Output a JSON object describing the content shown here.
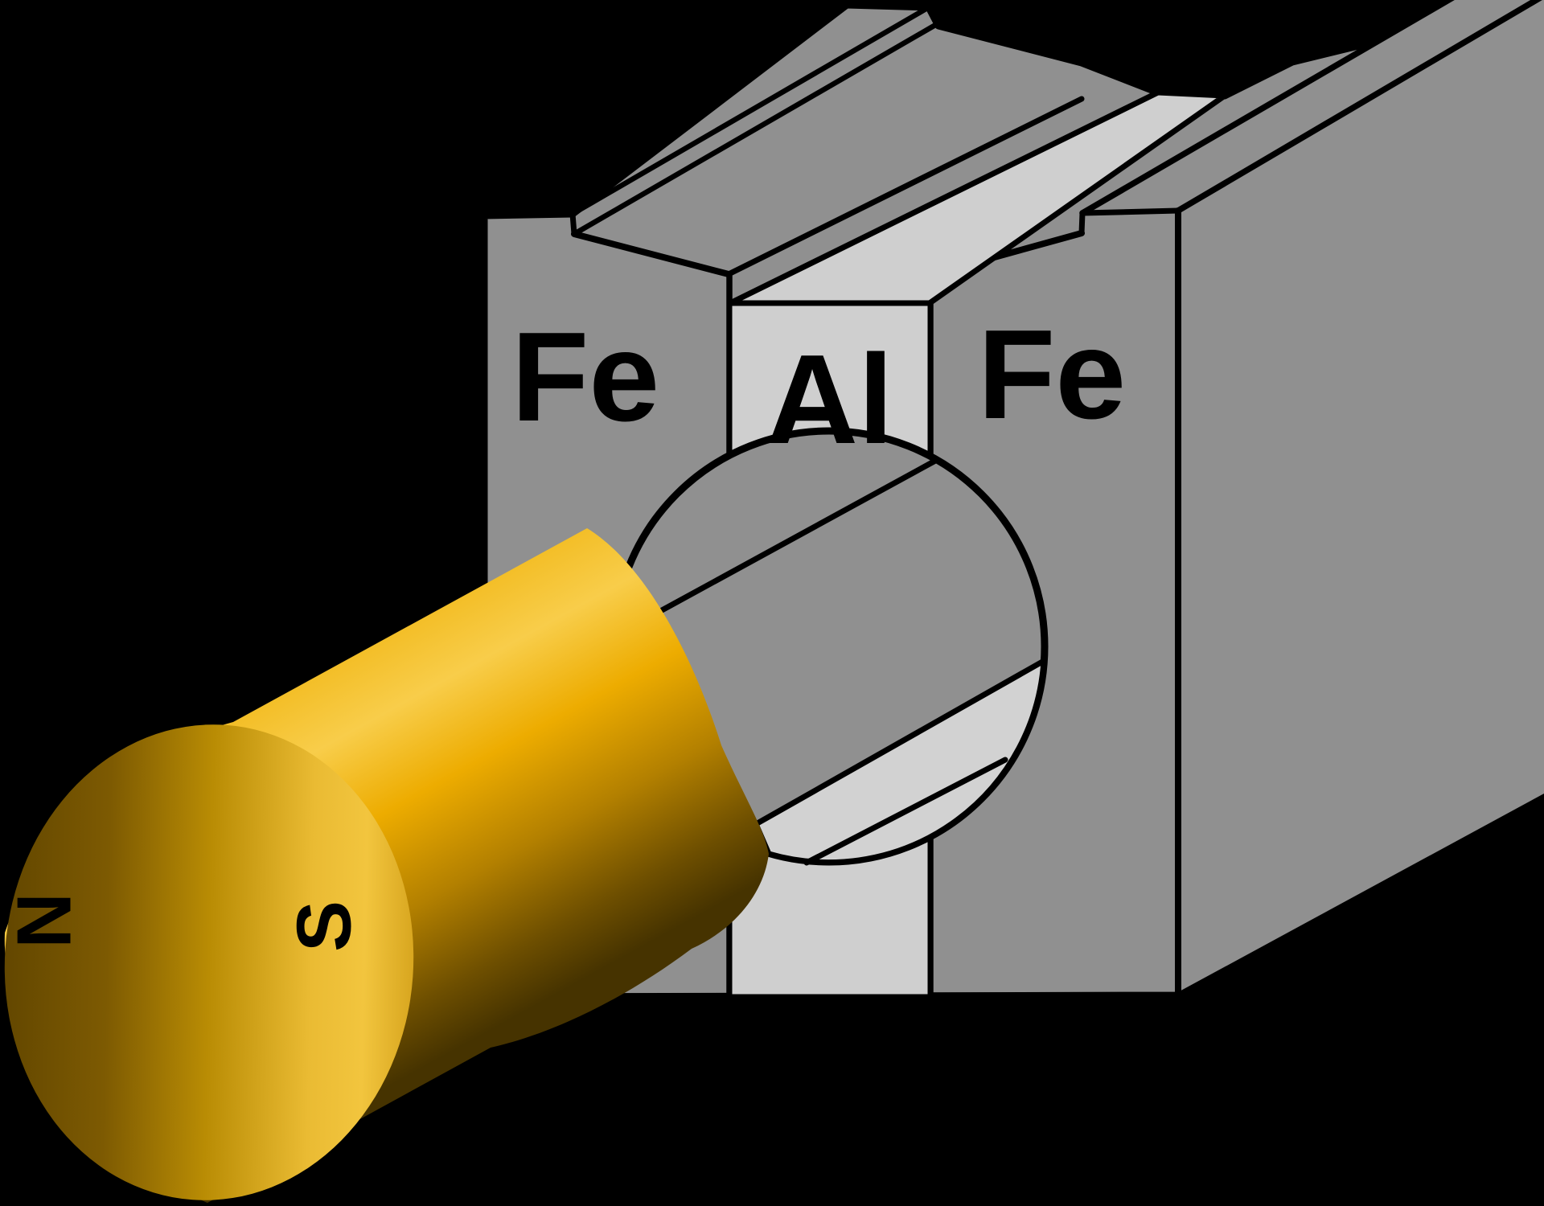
{
  "diagram": {
    "description": "Cylindrical bar magnet partially inserted into a hole bored through a laminated Fe-Al-Fe block",
    "labels": {
      "left_block": "Fe",
      "middle_layer": "Al",
      "right_block": "Fe",
      "magnet_north": "N",
      "magnet_south": "S"
    },
    "colors": {
      "background": "#000000",
      "iron_gray": "#909090",
      "aluminum_gray": "#cfcfcf",
      "bore_lens_gray": "#d2d2d2",
      "outline": "#000000",
      "magnet_gold_bright": "#f8cd4a",
      "magnet_gold_mid": "#f0b512",
      "magnet_gold_dark": "#463300",
      "label_color": "#000000"
    }
  }
}
